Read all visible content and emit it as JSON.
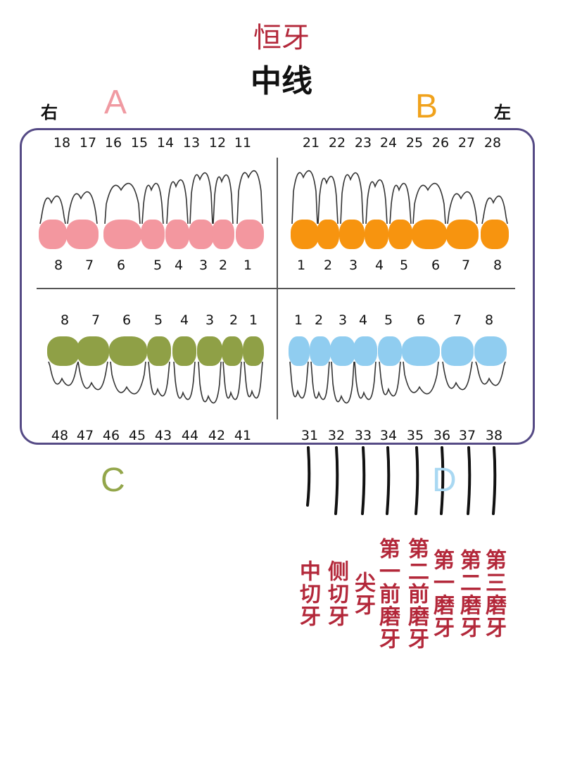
{
  "title_top": "恒牙",
  "title_mid": "中线",
  "side_right": "右",
  "side_left": "左",
  "quadrants": {
    "a": "A",
    "b": "B",
    "c": "C",
    "d": "D"
  },
  "colors": {
    "a": "#f3979f",
    "b": "#f7940f",
    "c": "#8fa046",
    "d": "#90cdf0",
    "frame": "#554a85",
    "label": "#b3283a"
  },
  "top_numbers": {
    "right": [
      "18",
      "17",
      "16",
      "15",
      "14",
      "13",
      "12",
      "11"
    ],
    "left": [
      "21",
      "22",
      "23",
      "24",
      "25",
      "26",
      "27",
      "28"
    ]
  },
  "upper_positions": {
    "right": [
      "8",
      "7",
      "6",
      "5",
      "4",
      "3",
      "2",
      "1"
    ],
    "left": [
      "1",
      "2",
      "3",
      "4",
      "5",
      "6",
      "7",
      "8"
    ]
  },
  "lower_positions": {
    "right": [
      "8",
      "7",
      "6",
      "5",
      "4",
      "3",
      "2",
      "1"
    ],
    "left": [
      "1",
      "2",
      "3",
      "4",
      "5",
      "6",
      "7",
      "8"
    ]
  },
  "bottom_numbers": {
    "right": [
      "48",
      "47",
      "46",
      "45",
      "43",
      "44",
      "42",
      "41"
    ],
    "left": [
      "31",
      "32",
      "33",
      "34",
      "35",
      "36",
      "37",
      "38"
    ]
  },
  "labels": [
    "中切牙",
    "侧切牙",
    "尖牙",
    "第一前磨牙",
    "第二前磨牙",
    "第一磨牙",
    "第二磨牙",
    "第三磨牙"
  ]
}
